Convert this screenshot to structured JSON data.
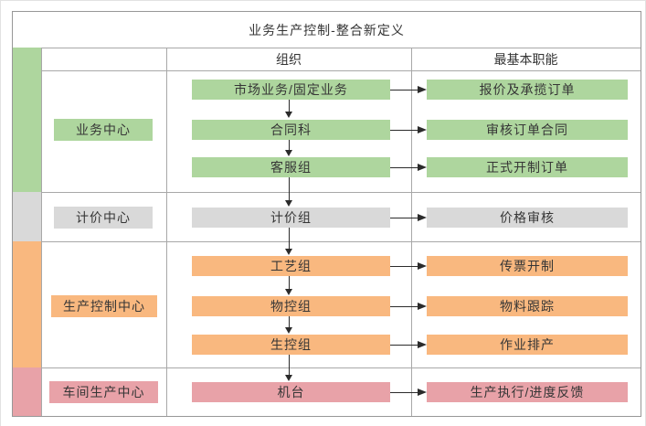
{
  "title": "业务生产控制-整合新定义",
  "header": {
    "org": "组织",
    "function": "最基本职能"
  },
  "colors": {
    "green": "#aed69e",
    "gray": "#d9d9d9",
    "orange": "#f9b87f",
    "pink": "#e8a2a8",
    "grid_line": "#a8a8a8",
    "arrow": "#2b2b2b"
  },
  "sections": [
    {
      "label": "业务中心",
      "color": "green",
      "rows": [
        {
          "org": "市场业务/固定业务",
          "func": "报价及承揽订单"
        },
        {
          "org": "合同科",
          "func": "审核订单合同"
        },
        {
          "org": "客服组",
          "func": "正式开制订单"
        }
      ]
    },
    {
      "label": "计价中心",
      "color": "gray",
      "rows": [
        {
          "org": "计价组",
          "func": "价格审核"
        }
      ]
    },
    {
      "label": "生产控制中心",
      "color": "orange",
      "rows": [
        {
          "org": "工艺组",
          "func": "传票开制"
        },
        {
          "org": "物控组",
          "func": "物料跟踪"
        },
        {
          "org": "生控组",
          "func": "作业排产"
        }
      ]
    },
    {
      "label": "车间生产中心",
      "color": "pink",
      "rows": [
        {
          "org": "机台",
          "func": "生产执行/进度反馈"
        }
      ]
    }
  ]
}
